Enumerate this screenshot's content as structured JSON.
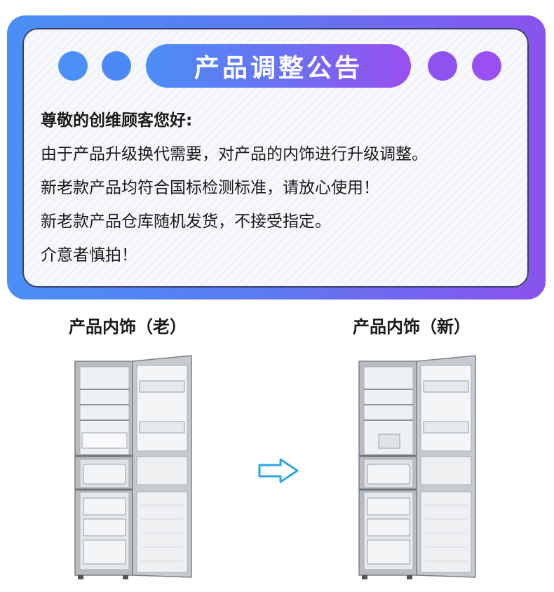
{
  "notice": {
    "title": "产品调整公告",
    "greeting": "尊敬的创维顾客您好:",
    "lines": [
      "由于产品升级换代需要，对产品的内饰进行升级调整。",
      "新老款产品均符合国标检测标准，请放心使用！",
      "新老款产品仓库随机发货，不接受指定。",
      "介意者慎拍！"
    ]
  },
  "comparison": {
    "old_label": "产品内饰（老）",
    "new_label": "产品内饰（新）",
    "arrow_icon": "arrow-right-icon"
  },
  "colors": {
    "accent_blue": "#4a8ff5",
    "accent_purple": "#9a4ff0",
    "arrow": "#2aa7e0"
  }
}
